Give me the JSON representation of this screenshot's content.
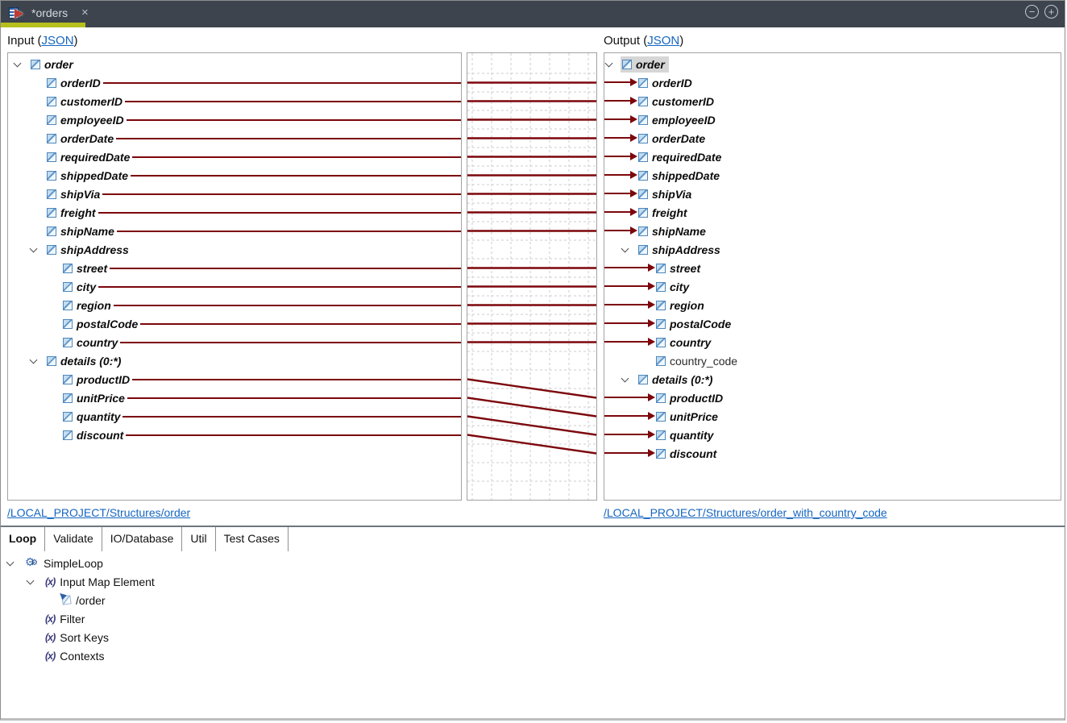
{
  "window": {
    "tab_label": "*orders",
    "close_glyph": "×",
    "minimize_glyph": "−",
    "maximize_glyph": "+"
  },
  "colors": {
    "mapping_line": "#7c070c",
    "tab_accent": "#b6bf1c",
    "link": "#1565c0",
    "tabbar_bg": "#3d444e",
    "selected_node_bg": "#d6d6d6",
    "element_icon_blue": "#4d87bb"
  },
  "input": {
    "header_prefix": "Input (",
    "header_link": "JSON",
    "header_suffix": ")",
    "structure_link": "/LOCAL_PROJECT/Structures/order",
    "rows": [
      {
        "label": "order",
        "level": 0,
        "expander": true,
        "mapped": false
      },
      {
        "label": "orderID",
        "level": 1,
        "mapped": true
      },
      {
        "label": "customerID",
        "level": 1,
        "mapped": true
      },
      {
        "label": "employeeID",
        "level": 1,
        "mapped": true
      },
      {
        "label": "orderDate",
        "level": 1,
        "mapped": true
      },
      {
        "label": "requiredDate",
        "level": 1,
        "mapped": true
      },
      {
        "label": "shippedDate",
        "level": 1,
        "mapped": true
      },
      {
        "label": "shipVia",
        "level": 1,
        "mapped": true
      },
      {
        "label": "freight",
        "level": 1,
        "mapped": true
      },
      {
        "label": "shipName",
        "level": 1,
        "mapped": true
      },
      {
        "label": "shipAddress",
        "level": 1,
        "expander": true,
        "mapped": false
      },
      {
        "label": "street",
        "level": 2,
        "mapped": true
      },
      {
        "label": "city",
        "level": 2,
        "mapped": true
      },
      {
        "label": "region",
        "level": 2,
        "mapped": true
      },
      {
        "label": "postalCode",
        "level": 2,
        "mapped": true
      },
      {
        "label": "country",
        "level": 2,
        "mapped": true
      },
      {
        "label": "details (0:*)",
        "level": 1,
        "expander": true,
        "mapped": false
      },
      {
        "label": "productID",
        "level": 2,
        "mapped": true
      },
      {
        "label": "unitPrice",
        "level": 2,
        "mapped": true
      },
      {
        "label": "quantity",
        "level": 2,
        "mapped": true
      },
      {
        "label": "discount",
        "level": 2,
        "mapped": true
      }
    ]
  },
  "output": {
    "header_prefix": "Output (",
    "header_link": "JSON",
    "header_suffix": ")",
    "structure_link": "/LOCAL_PROJECT/Structures/order_with_country_code",
    "rows": [
      {
        "label": "order",
        "level": 0,
        "expander": true,
        "mapped": false,
        "selected": true
      },
      {
        "label": "orderID",
        "level": 1,
        "mapped": true
      },
      {
        "label": "customerID",
        "level": 1,
        "mapped": true
      },
      {
        "label": "employeeID",
        "level": 1,
        "mapped": true
      },
      {
        "label": "orderDate",
        "level": 1,
        "mapped": true
      },
      {
        "label": "requiredDate",
        "level": 1,
        "mapped": true
      },
      {
        "label": "shippedDate",
        "level": 1,
        "mapped": true
      },
      {
        "label": "shipVia",
        "level": 1,
        "mapped": true
      },
      {
        "label": "freight",
        "level": 1,
        "mapped": true
      },
      {
        "label": "shipName",
        "level": 1,
        "mapped": true
      },
      {
        "label": "shipAddress",
        "level": 1,
        "expander": true,
        "mapped": false
      },
      {
        "label": "street",
        "level": 2,
        "mapped": true
      },
      {
        "label": "city",
        "level": 2,
        "mapped": true
      },
      {
        "label": "region",
        "level": 2,
        "mapped": true
      },
      {
        "label": "postalCode",
        "level": 2,
        "mapped": true
      },
      {
        "label": "country",
        "level": 2,
        "mapped": true
      },
      {
        "label": "country_code",
        "level": 2,
        "mapped": false,
        "plain": true
      },
      {
        "label": "details (0:*)",
        "level": 1,
        "expander": true,
        "mapped": false
      },
      {
        "label": "productID",
        "level": 2,
        "mapped": true
      },
      {
        "label": "unitPrice",
        "level": 2,
        "mapped": true
      },
      {
        "label": "quantity",
        "level": 2,
        "mapped": true
      },
      {
        "label": "discount",
        "level": 2,
        "mapped": true
      }
    ]
  },
  "mappings": [
    {
      "from": 1,
      "to": 1
    },
    {
      "from": 2,
      "to": 2
    },
    {
      "from": 3,
      "to": 3
    },
    {
      "from": 4,
      "to": 4
    },
    {
      "from": 5,
      "to": 5
    },
    {
      "from": 6,
      "to": 6
    },
    {
      "from": 7,
      "to": 7
    },
    {
      "from": 8,
      "to": 8
    },
    {
      "from": 9,
      "to": 9
    },
    {
      "from": 11,
      "to": 11
    },
    {
      "from": 12,
      "to": 12
    },
    {
      "from": 13,
      "to": 13
    },
    {
      "from": 14,
      "to": 14
    },
    {
      "from": 15,
      "to": 15
    },
    {
      "from": 17,
      "to": 18
    },
    {
      "from": 18,
      "to": 19
    },
    {
      "from": 19,
      "to": 20
    },
    {
      "from": 20,
      "to": 21
    }
  ],
  "bottom": {
    "tabs": [
      {
        "label": "Loop",
        "active": true
      },
      {
        "label": "Validate",
        "active": false
      },
      {
        "label": "IO/Database",
        "active": false
      },
      {
        "label": "Util",
        "active": false
      },
      {
        "label": "Test Cases",
        "active": false
      }
    ],
    "tree": [
      {
        "label": "SimpleLoop",
        "level": 0,
        "expander": true,
        "icon": "gears-icon"
      },
      {
        "label": "Input Map Element",
        "level": 1,
        "expander": true,
        "icon": "function-icon"
      },
      {
        "label": "/order",
        "level": 2,
        "expander": false,
        "icon": "input-reference-icon"
      },
      {
        "label": "Filter",
        "level": 1,
        "expander": false,
        "icon": "function-icon"
      },
      {
        "label": "Sort Keys",
        "level": 1,
        "expander": false,
        "icon": "function-icon"
      },
      {
        "label": "Contexts",
        "level": 1,
        "expander": false,
        "icon": "function-icon"
      }
    ],
    "gear_glyph": "⚙",
    "fx_glyph": "(x)"
  }
}
